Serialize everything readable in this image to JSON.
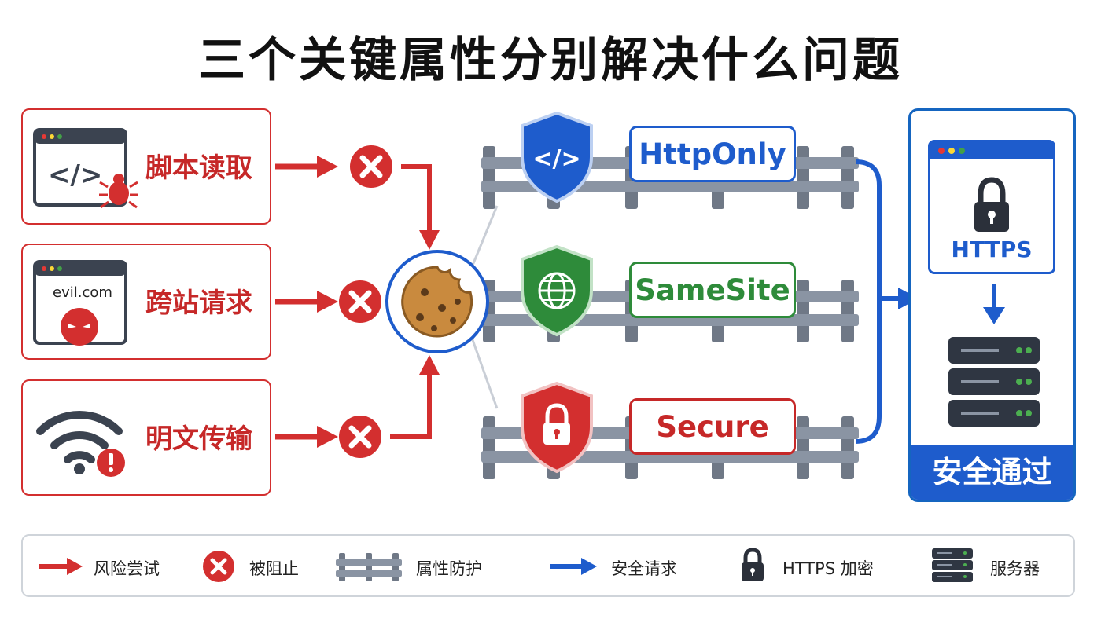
{
  "title": "三个关键属性分别解决什么问题",
  "threats": [
    {
      "label": "脚本读取"
    },
    {
      "label": "跨站请求",
      "icon_text": "evil.com"
    },
    {
      "label": "明文传输"
    }
  ],
  "attributes": [
    {
      "label": "HttpOnly",
      "color": "#1e5ccc"
    },
    {
      "label": "SameSite",
      "color": "#2e8b3a"
    },
    {
      "label": "Secure",
      "color": "#c62828"
    }
  ],
  "destination": {
    "https_label": "HTTPS",
    "result_label": "安全通过"
  },
  "legend": [
    {
      "label": "风险尝试"
    },
    {
      "label": "被阻止"
    },
    {
      "label": "属性防护"
    },
    {
      "label": "安全请求"
    },
    {
      "label": "HTTPS 加密"
    },
    {
      "label": "服务器"
    }
  ],
  "colors": {
    "risk": "#d32f2f",
    "safe": "#1e5ccc",
    "fence": "#8a94a3",
    "cookie": "#c98a3e"
  }
}
